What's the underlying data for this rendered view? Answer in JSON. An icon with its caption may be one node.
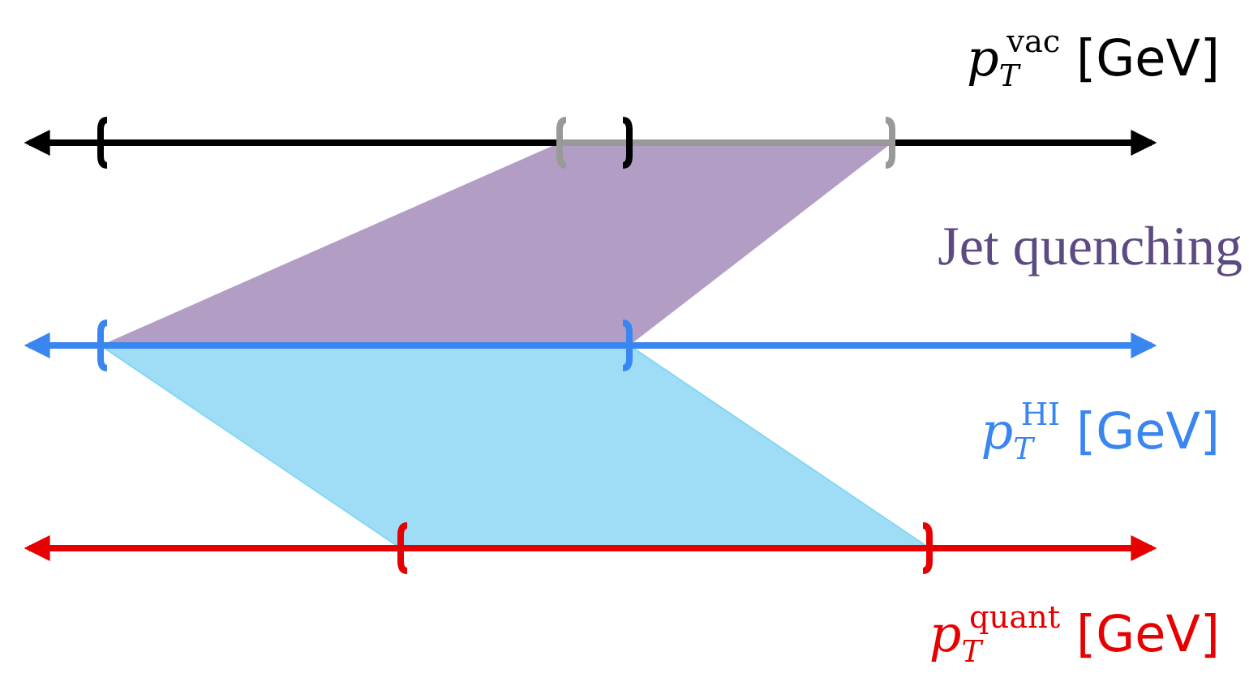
{
  "diagram": {
    "labels": [
      "*p*$_{T}$$^{vac}$ [GeV]",
      "Jet quenching",
      "*p*$_{T}$$^{HI}$ [GeV]",
      "*p*$_{T}$$^{quant}$ [GeV]"
    ]
  }
}
